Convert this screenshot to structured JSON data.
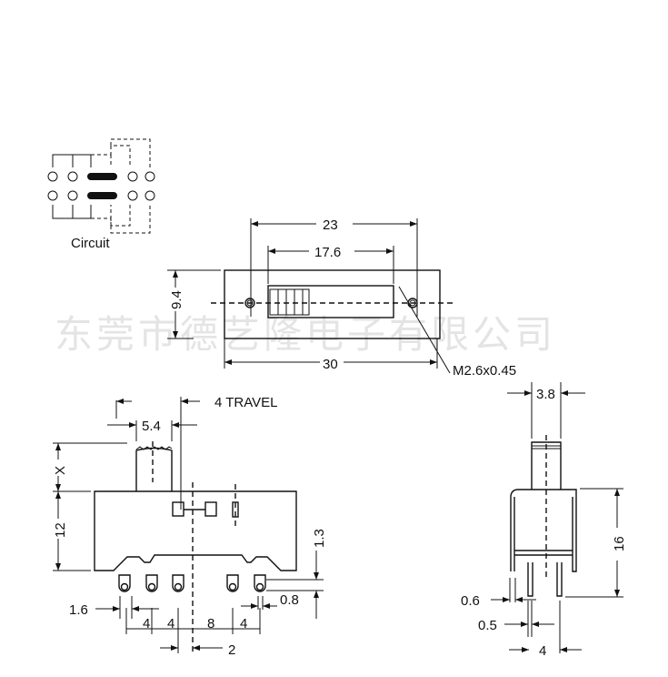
{
  "watermark": "东莞市德艺隆电子有限公司",
  "circuit": {
    "label": "Circuit"
  },
  "top_view": {
    "dim_23": "23",
    "dim_17_6": "17.6",
    "dim_9_4": "9.4",
    "dim_30": "30",
    "thread": "M2.6x0.45"
  },
  "front_view": {
    "travel": "4 TRAVEL",
    "dim_5_4": "5.4",
    "dim_x": "X",
    "dim_12": "12",
    "dim_1_3": "1.3",
    "dim_0_8": "0.8",
    "dim_1_6": "1.6",
    "pitch_1": "4",
    "pitch_2": "4",
    "pitch_3": "8",
    "pitch_4": "4",
    "dim_2": "2"
  },
  "side_view": {
    "dim_3_8": "3.8",
    "dim_16": "16",
    "dim_0_6": "0.6",
    "dim_0_5": "0.5",
    "dim_4": "4"
  }
}
